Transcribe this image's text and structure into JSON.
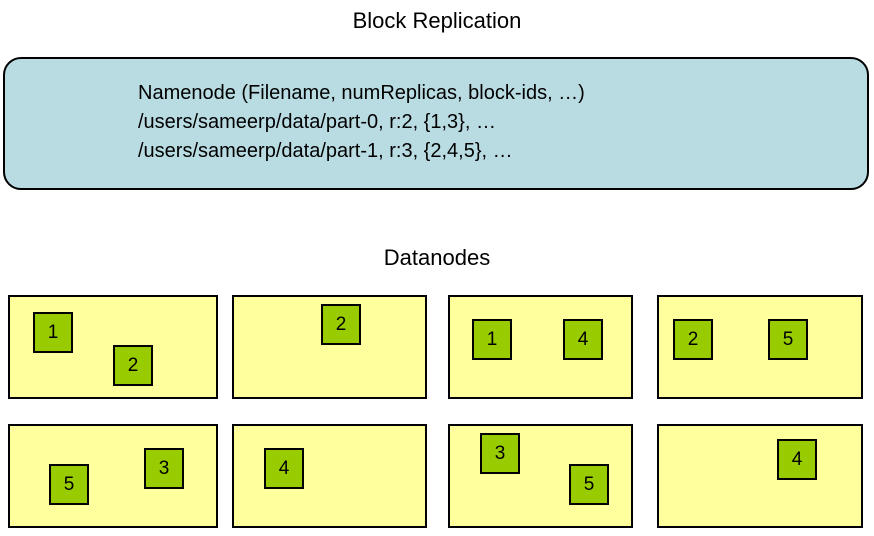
{
  "page": {
    "title": "Block Replication",
    "background_color": "#ffffff",
    "text_color": "#000000"
  },
  "namenode": {
    "fill_color": "#b9dce3",
    "border_color": "#000000",
    "lines": [
      "Namenode (Filename, numReplicas, block-ids, …)",
      "/users/sameerp/data/part-0, r:2, {1,3}, …",
      "/users/sameerp/data/part-1, r:3, {2,4,5}, …"
    ]
  },
  "datanodes": {
    "heading": "Datanodes",
    "node_fill_color": "#ffff9e",
    "node_border_color": "#000000",
    "block_fill_color": "#99cc00",
    "nodes": [
      {
        "id": "datanode-1",
        "blocks": [
          {
            "label": "1"
          },
          {
            "label": "2"
          }
        ]
      },
      {
        "id": "datanode-2",
        "blocks": [
          {
            "label": "2"
          }
        ]
      },
      {
        "id": "datanode-3",
        "blocks": [
          {
            "label": "1"
          },
          {
            "label": "4"
          }
        ]
      },
      {
        "id": "datanode-4",
        "blocks": [
          {
            "label": "2"
          },
          {
            "label": "5"
          }
        ]
      },
      {
        "id": "datanode-5",
        "blocks": [
          {
            "label": "5"
          },
          {
            "label": "3"
          }
        ]
      },
      {
        "id": "datanode-6",
        "blocks": [
          {
            "label": "4"
          }
        ]
      },
      {
        "id": "datanode-7",
        "blocks": [
          {
            "label": "3"
          },
          {
            "label": "5"
          }
        ]
      },
      {
        "id": "datanode-8",
        "blocks": [
          {
            "label": "4"
          }
        ]
      }
    ]
  }
}
